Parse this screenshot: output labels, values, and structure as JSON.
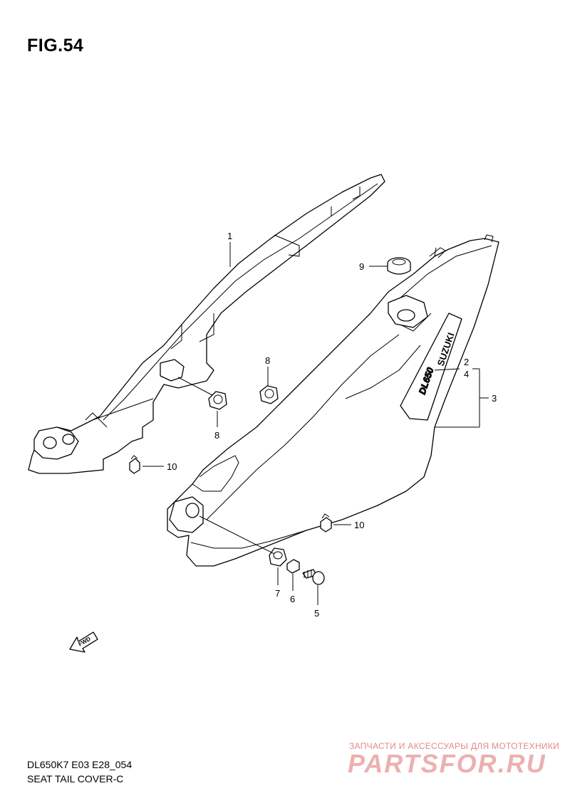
{
  "figure": {
    "title": "FIG.54"
  },
  "footer": {
    "model_code": "DL650K7 E03 E28_054",
    "section_name": "SEAT TAIL COVER-C"
  },
  "watermark": {
    "tagline": "ЗАПЧАСТИ И АКСЕССУАРЫ ДЛЯ МОТОТЕХНИКИ",
    "logo_text": "PARTSFOR.RU"
  },
  "direction_arrow": {
    "label": "FWD"
  },
  "decal_text": {
    "model": "DL650",
    "brand": "SUZUKI"
  },
  "callouts": {
    "c1": "1",
    "c2": "2",
    "c4": "4",
    "c3": "3",
    "c5": "5",
    "c6": "6",
    "c7": "7",
    "c8a": "8",
    "c8b": "8",
    "c9": "9",
    "c10a": "10",
    "c10b": "10"
  },
  "colors": {
    "line": "#000000",
    "background": "#ffffff",
    "watermark": "#e38a8a"
  }
}
